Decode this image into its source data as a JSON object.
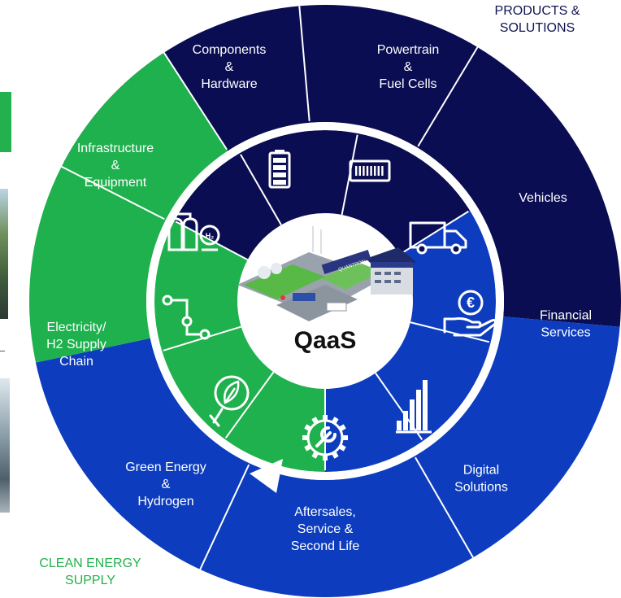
{
  "corner_labels": {
    "top_right": [
      "PRODUCTS &",
      "SOLUTIONS"
    ],
    "bottom_left": [
      "CLEAN ENERGY",
      "SUPPLY"
    ]
  },
  "center": {
    "title": "QaaS",
    "image_label": "QUANTRON"
  },
  "colors": {
    "navy": "#0b0d52",
    "blue": "#0d3dbe",
    "green": "#1fb14e",
    "white": "#ffffff"
  },
  "outer_sectors": [
    {
      "group": "navy",
      "lines": [
        "Components",
        "&",
        "Hardware"
      ]
    },
    {
      "group": "navy",
      "lines": [
        "Powertrain",
        "&",
        "Fuel Cells"
      ]
    },
    {
      "group": "navy",
      "lines": [
        "Vehicles"
      ]
    },
    {
      "group": "blue",
      "lines": [
        "Financial",
        "Services"
      ]
    },
    {
      "group": "blue",
      "lines": [
        "Digital",
        "Solutions"
      ]
    },
    {
      "group": "blue",
      "lines": [
        "Aftersales,",
        "Service &",
        "Second Life"
      ]
    },
    {
      "group": "green",
      "lines": [
        "Green Energy",
        "&",
        "Hydrogen"
      ]
    },
    {
      "group": "green",
      "lines": [
        "Electricity/",
        "H2 Supply",
        "Chain"
      ]
    },
    {
      "group": "green",
      "lines": [
        "Infrastructure",
        "&",
        "Equipment"
      ]
    }
  ],
  "inner_icons": [
    {
      "group": "navy",
      "icon": "battery-icon"
    },
    {
      "group": "navy",
      "icon": "fuel-cell-icon"
    },
    {
      "group": "navy",
      "icon": "truck-icon"
    },
    {
      "group": "blue",
      "icon": "euro-hand-icon"
    },
    {
      "group": "blue",
      "icon": "bar-chart-icon"
    },
    {
      "group": "blue",
      "icon": "gear-wrench-icon"
    },
    {
      "group": "green",
      "icon": "leaf-plug-icon"
    },
    {
      "group": "green",
      "icon": "supply-chain-icon"
    },
    {
      "group": "green",
      "icon": "h2-tanks-icon"
    }
  ]
}
